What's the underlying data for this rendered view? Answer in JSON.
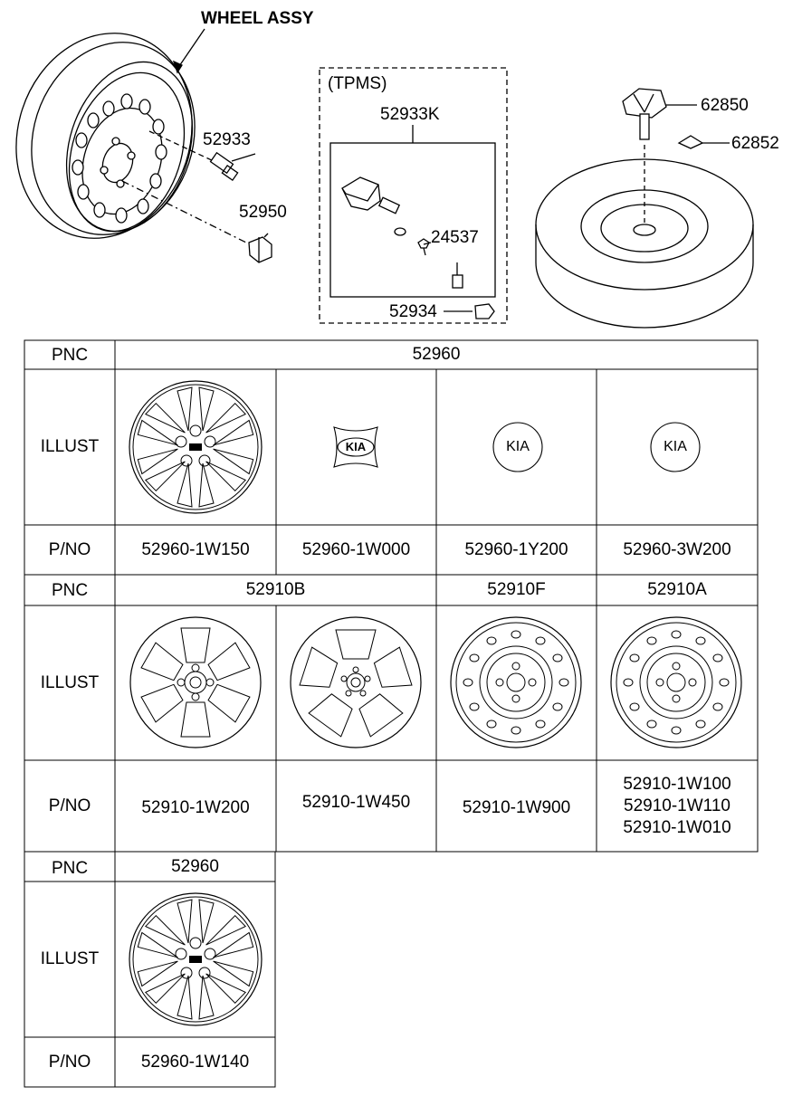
{
  "diagram": {
    "title": "WHEEL ASSY",
    "tpms_label": "(TPMS)",
    "callouts": {
      "valve": "52933",
      "nut": "52950",
      "tpms_kit": "52933K",
      "tpms_cap": "24537",
      "tpms_nut": "52934",
      "spare_holder": "62850",
      "spare_label": "62852"
    }
  },
  "table": {
    "row_labels": {
      "pnc": "PNC",
      "illust": "ILLUST",
      "pno": "P/NO"
    },
    "section1": {
      "pnc": "52960",
      "items": [
        {
          "pno": "52960-1W150",
          "icon": "wheel-cover-icon"
        },
        {
          "pno": "52960-1W000",
          "icon": "kia-cross-cap-icon"
        },
        {
          "pno": "52960-1Y200",
          "icon": "kia-round-cap-icon"
        },
        {
          "pno": "52960-3W200",
          "icon": "kia-round-cap-icon"
        }
      ]
    },
    "section2": {
      "pnc": [
        "52910B",
        "52910F",
        "52910A"
      ],
      "items": [
        {
          "pno": "52910-1W200",
          "icon": "alloy-wheel-icon"
        },
        {
          "pno": "52910-1W450",
          "icon": "alloy-wheel-5-spoke-icon"
        },
        {
          "pno": "52910-1W900",
          "icon": "steel-wheel-icon"
        },
        {
          "pno_lines": [
            "52910-1W100",
            "52910-1W110",
            "52910-1W010"
          ],
          "icon": "steel-wheel-icon"
        }
      ]
    },
    "section3": {
      "pnc": "52960",
      "items": [
        {
          "pno": "52960-1W140",
          "icon": "wheel-cover-icon"
        }
      ]
    }
  }
}
